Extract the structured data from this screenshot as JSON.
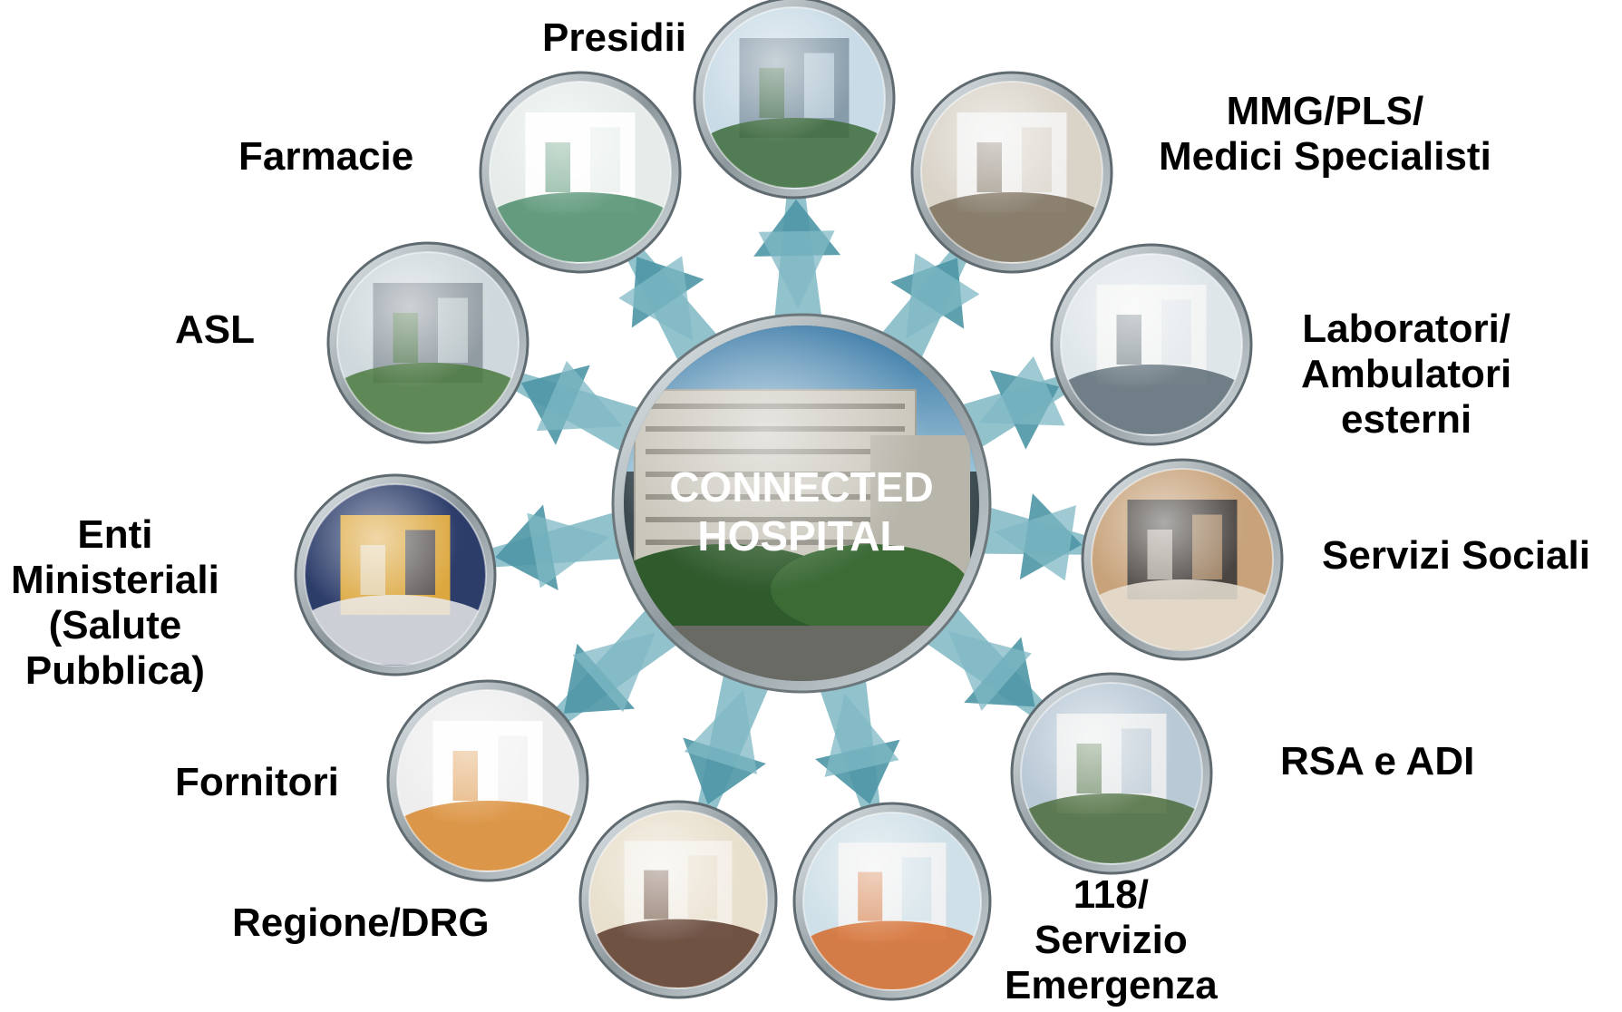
{
  "center": {
    "title": "CONNECTED\nHOSPITAL",
    "title_line1": "CONNECTED",
    "title_line2": "HOSPITAL"
  },
  "nodes": [
    {
      "id": "presidii",
      "label": "Presidii",
      "icon": "hospital-tower-photo-icon"
    },
    {
      "id": "mmg",
      "label": "MMG/PLS/\nMedici Specialisti",
      "icon": "doctor-photo-icon"
    },
    {
      "id": "laboratori",
      "label": "Laboratori/\nAmbulatori\nesterni",
      "icon": "lab-microscope-photo-icon"
    },
    {
      "id": "servizi-sociali",
      "label": "Servizi Sociali",
      "icon": "social-services-photo-icon"
    },
    {
      "id": "rsa",
      "label": "RSA e ADI",
      "icon": "residence-house-photo-icon"
    },
    {
      "id": "118",
      "label": "118/\nServizio\nEmergenza",
      "icon": "ambulance-photo-icon"
    },
    {
      "id": "regione",
      "label": "Regione/DRG",
      "icon": "office-worker-photo-icon"
    },
    {
      "id": "fornitori",
      "label": "Fornitori",
      "icon": "medicine-bottles-photo-icon"
    },
    {
      "id": "enti",
      "label": "Enti\nMinisteriali\n(Salute\nPubblica)",
      "icon": "control-room-photo-icon"
    },
    {
      "id": "asl",
      "label": "ASL",
      "icon": "office-building-photo-icon"
    },
    {
      "id": "farmacie",
      "label": "Farmacie",
      "icon": "pharmacy-shelves-photo-icon"
    }
  ],
  "colors": {
    "arrow": "#7fb8c4",
    "arrow_dark": "#4e96a6",
    "ring": "#9aa3a8",
    "label": "#000000",
    "center_text": "#ffffff"
  }
}
